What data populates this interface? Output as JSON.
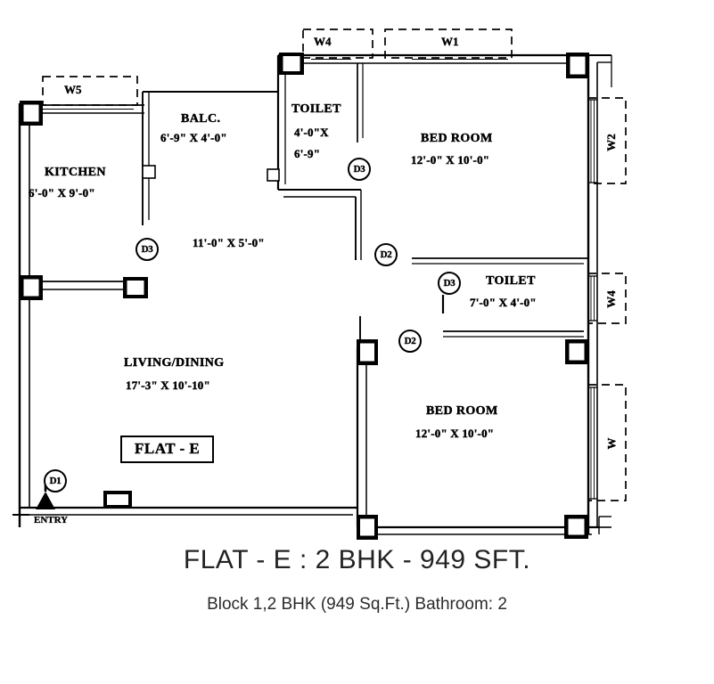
{
  "plan": {
    "title": "FLAT - E : 2 BHK -  949 SFT.",
    "subtitle": "Block 1,2 BHK (949 Sq.Ft.) Bathroom: 2",
    "flat_badge": "FLAT - E",
    "entry_label": "ENTRY"
  },
  "rooms": [
    {
      "key": "kitchen",
      "name": "KITCHEN",
      "dim": "6'-0\" X 9'-0\""
    },
    {
      "key": "balcony",
      "name": "BALC.",
      "dim": "6'-9\" X 4'-0\""
    },
    {
      "key": "toilet1",
      "name": "TOILET",
      "dim_line1": "4'-0\"X",
      "dim_line2": "6'-9\""
    },
    {
      "key": "bedroom1",
      "name": "BED ROOM",
      "dim": "12'-0\" X 10'-0\""
    },
    {
      "key": "passage",
      "name": "",
      "dim": "11'-0\" X 5'-0\""
    },
    {
      "key": "toilet2",
      "name": "TOILET",
      "dim": "7'-0\" X 4'-0\""
    },
    {
      "key": "living",
      "name": "LIVING/DINING",
      "dim": "17'-3\" X 10'-10\""
    },
    {
      "key": "bedroom2",
      "name": "BED ROOM",
      "dim": "12'-0\" X 10'-0\""
    }
  ],
  "windows": [
    {
      "key": "w5",
      "label": "W5",
      "orientation": "horizontal"
    },
    {
      "key": "w4_top",
      "label": "W4",
      "orientation": "horizontal"
    },
    {
      "key": "w1_top",
      "label": "W1",
      "orientation": "horizontal"
    },
    {
      "key": "w2_right",
      "label": "W2",
      "orientation": "vertical"
    },
    {
      "key": "w4_right",
      "label": "W4",
      "orientation": "vertical"
    },
    {
      "key": "w_right",
      "label": "W",
      "orientation": "vertical"
    }
  ],
  "doors": [
    {
      "key": "d1_entry",
      "label": "D1"
    },
    {
      "key": "d3_kitchen",
      "label": "D3"
    },
    {
      "key": "d3_toilet1",
      "label": "D3"
    },
    {
      "key": "d2_passage",
      "label": "D2"
    },
    {
      "key": "d3_toilet2",
      "label": "D3"
    },
    {
      "key": "d2_bedroom2",
      "label": "D2"
    }
  ],
  "colors": {
    "wall": "#000000",
    "background": "#ffffff",
    "caption": "#232323"
  }
}
